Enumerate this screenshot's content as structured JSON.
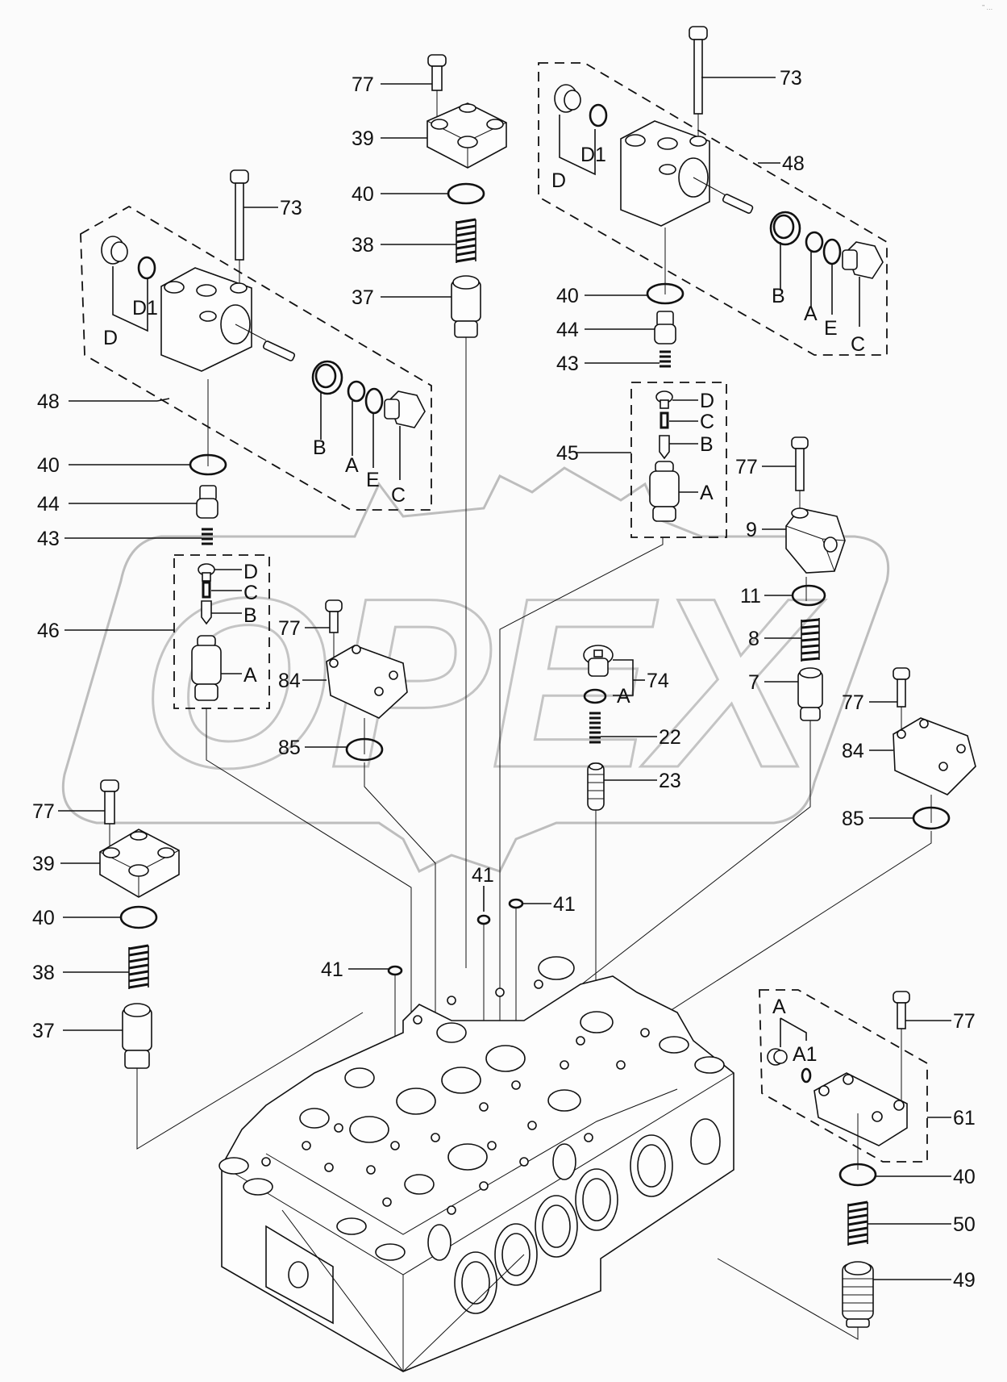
{
  "corner_mark": "’’ …",
  "watermark": {
    "text": "OPEX",
    "shape": "gear-outline"
  },
  "groups": {
    "top_center_cap": {
      "bolt": "77",
      "cover": "39",
      "oring": "40",
      "spring": "38",
      "plug": "37"
    },
    "top_right_valve_48": {
      "bolt": "73",
      "assembly": "48",
      "subparts": [
        "D",
        "D1",
        "B",
        "A",
        "E",
        "C"
      ],
      "oring": "40",
      "poppet": "44",
      "spring": "43"
    },
    "left_valve_48": {
      "bolt": "73",
      "assembly": "48",
      "subparts": [
        "D",
        "D1",
        "B",
        "A",
        "E",
        "C"
      ],
      "oring": "40",
      "poppet": "44",
      "spring": "43"
    },
    "left_cartridge_46": {
      "assembly": "46",
      "subparts": [
        "D",
        "C",
        "B",
        "A"
      ]
    },
    "right_cartridge_45": {
      "assembly": "45",
      "subparts": [
        "D",
        "C",
        "B",
        "A"
      ]
    },
    "center_cover_84": {
      "bolt": "77",
      "cover": "84",
      "oring": "85"
    },
    "right_block_9": {
      "bolt": "77",
      "block": "9",
      "oring": "11",
      "spring": "8",
      "plug": "7"
    },
    "plug_74": {
      "plug": "74",
      "sub": "A",
      "spring": "22",
      "piston": "23"
    },
    "right_cover_84": {
      "bolt": "77",
      "cover": "84",
      "oring": "85"
    },
    "left_cap": {
      "bolt": "77",
      "cover": "39",
      "oring": "40",
      "spring": "38",
      "plug": "37"
    },
    "orings_41": [
      "41",
      "41",
      "41"
    ],
    "bottom_right_61": {
      "subparts": [
        "A",
        "A1"
      ],
      "bolt": "77",
      "assembly": "61",
      "oring": "40",
      "spring": "50",
      "plug": "49"
    }
  }
}
